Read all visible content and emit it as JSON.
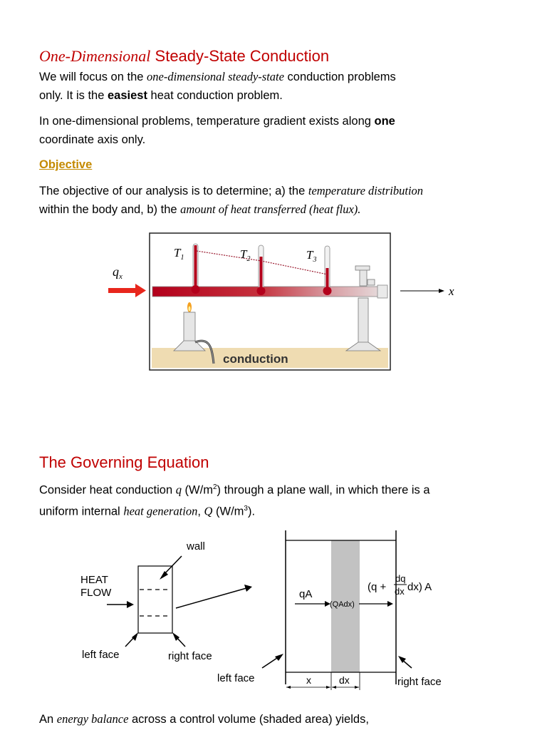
{
  "section1": {
    "title_italic": "One-Dimensional",
    "title_rest": " Steady-State Conduction",
    "p1": {
      "a": "We will focus on the ",
      "b_italic": "one-dimensional steady-state",
      "c": " conduction problems",
      "d": "only. It is the ",
      "e_bold": "easiest",
      "f": " heat conduction problem."
    },
    "p2": {
      "a": "In one-dimensional problems, temperature gradient exists along ",
      "b_bold": "one",
      "c": "coordinate axis only."
    },
    "objective_label": "Objective",
    "p3": {
      "a": "The objective of our analysis is to determine; a) the ",
      "b_italic": "temperature distribution",
      "c": "within the body and, b) the ",
      "d_italic": "amount of heat transferred (heat flux)."
    }
  },
  "figure1": {
    "qx_label": "q",
    "qx_sub": "x",
    "x_label": "x",
    "t1": "T",
    "t1_sub": "1",
    "t2": "T",
    "t2_sub": "2",
    "t3": "T",
    "t3_sub": "3",
    "caption": "conduction",
    "colors": {
      "arrow": "#e8261c",
      "rod": "#b3001b",
      "floor": "#efdcb2"
    }
  },
  "section2": {
    "title": "The Governing Equation",
    "p1": {
      "a": "Consider heat conduction ",
      "b_italic": "q",
      "c": " (W/m",
      "c_sup": "2",
      "d": ") through a plane wall, in which there is a",
      "e": "uniform internal ",
      "f_italic": "heat generation",
      "g": ", ",
      "h_italic": "Q",
      "i": " (W/m",
      "i_sup": "3",
      "j": ")."
    }
  },
  "figure2": {
    "wall": "wall",
    "heat": "HEAT",
    "flow": "FLOW",
    "left_face": "left face",
    "right_face": "right face",
    "left_face2": "left face",
    "right_face2": "right face",
    "qA": "qA",
    "qadx": "(QAdx)",
    "eq_left": "(q +",
    "dq": "dq",
    "dx_den": "dx",
    "eq_right": "dx) A",
    "x": "x",
    "dx": "dx"
  },
  "footer": {
    "a": "An ",
    "b_italic": "energy balance",
    "c": " across a control volume (shaded area) yields,"
  }
}
